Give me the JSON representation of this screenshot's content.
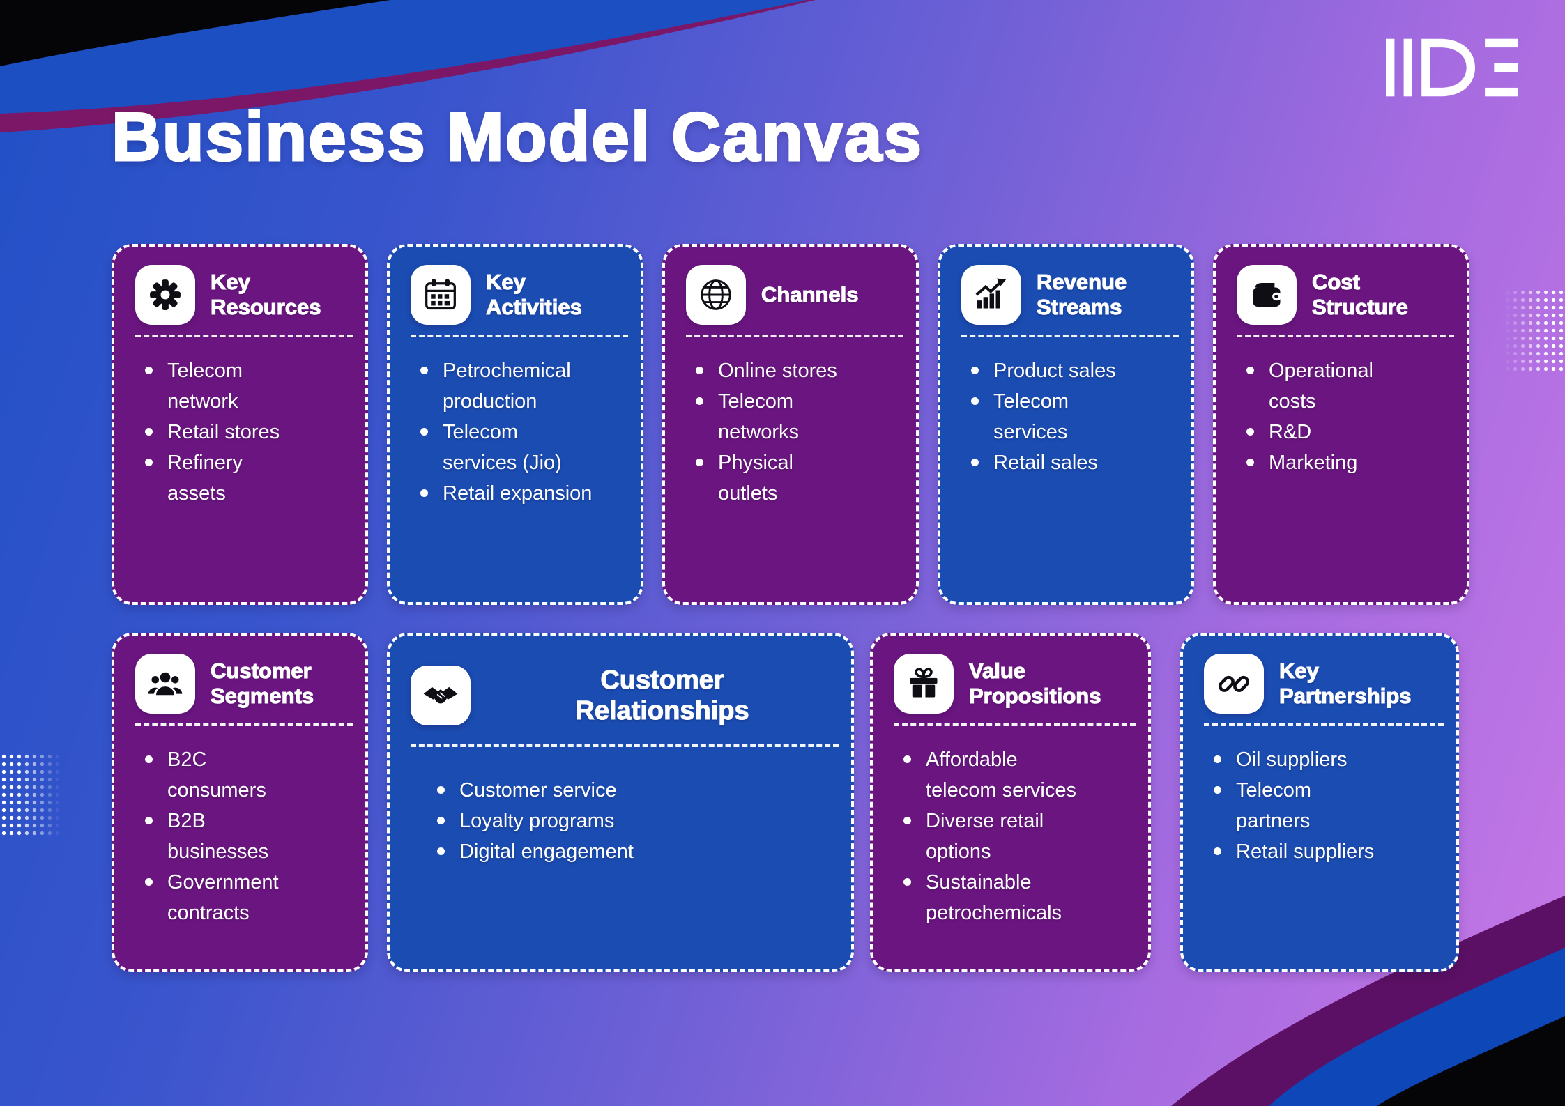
{
  "page": {
    "title": "Business Model Canvas",
    "brand_logo": "IIDE"
  },
  "colors": {
    "background_gradient_start": "#2150c6",
    "background_gradient_mid": "#6f60d6",
    "background_gradient_end": "#c778e6",
    "card_purple": "#6b1680",
    "card_blue": "#1a4cb2",
    "text": "#ffffff",
    "icon_tile": "#ffffff",
    "icon_glyph": "#0e0e14",
    "corner_black": "#050508",
    "corner_blue_top": "#1c4fc2",
    "corner_magenta_top": "#7c1768",
    "corner_purple_bottom": "#5c1065",
    "corner_blue_bottom": "#0e47b8"
  },
  "cards": [
    {
      "title": "Key Resources",
      "icon": "gear-icon",
      "color": "purple",
      "bullets": [
        "Telecom network",
        "Retail stores",
        "Refinery assets"
      ]
    },
    {
      "title": "Key Activities",
      "icon": "calendar-icon",
      "color": "blue",
      "bullets": [
        "Petrochemical production",
        "Telecom services (Jio)",
        "Retail expansion"
      ]
    },
    {
      "title": "Channels",
      "icon": "globe-icon",
      "color": "purple",
      "bullets": [
        "Online stores",
        "Telecom networks",
        "Physical outlets"
      ]
    },
    {
      "title": "Revenue Streams",
      "icon": "growth-chart-icon",
      "color": "blue",
      "bullets": [
        "Product sales",
        "Telecom services",
        "Retail sales"
      ]
    },
    {
      "title": "Cost Structure",
      "icon": "wallet-icon",
      "color": "purple",
      "bullets": [
        "Operational costs",
        "R&D",
        "Marketing"
      ]
    },
    {
      "title": "Customer Segments",
      "icon": "users-icon",
      "color": "purple",
      "bullets": [
        "B2C consumers",
        "B2B businesses",
        "Government contracts"
      ]
    },
    {
      "title": "Customer Relationships",
      "icon": "handshake-icon",
      "color": "blue",
      "bullets": [
        "Customer service",
        "Loyalty programs",
        "Digital engagement"
      ]
    },
    {
      "title": "Value Propositions",
      "icon": "gift-icon",
      "color": "purple",
      "bullets": [
        "Affordable telecom services",
        "Diverse retail options",
        "Sustainable petrochemicals"
      ]
    },
    {
      "title": "Key Partnerships",
      "icon": "link-icon",
      "color": "blue",
      "bullets": [
        "Oil suppliers",
        "Telecom partners",
        "Retail suppliers"
      ]
    }
  ]
}
